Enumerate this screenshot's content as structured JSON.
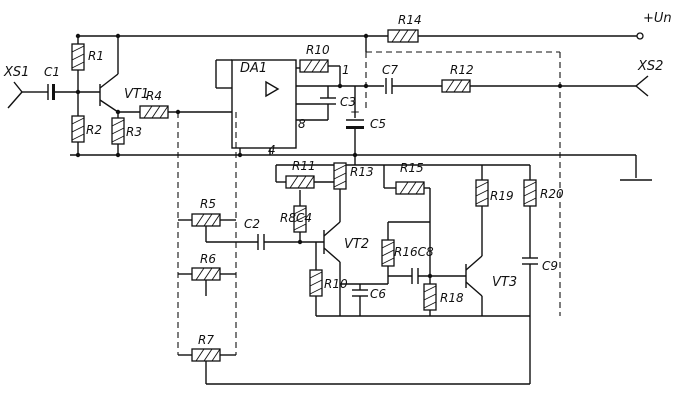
{
  "labels": {
    "xs1": "XS1",
    "c1": "C1",
    "r1": "R1",
    "r2": "R2",
    "r3": "R3",
    "vt1": "VT1",
    "r4": "R4",
    "da1": "DA1",
    "r10": "R10",
    "c3": "C3",
    "c5": "C5",
    "c7": "C7",
    "r12": "R12",
    "r14top": "R14",
    "un": "+Un",
    "xs2": "XS2",
    "r5": "R5",
    "r6": "R6",
    "r7": "R7",
    "c2": "C2",
    "r8c4": "R8C4",
    "r11": "R11",
    "r13": "R13",
    "vt2": "VT2",
    "r10b": "R10",
    "c6": "C6",
    "r15": "R15",
    "r16c8": "R16C8",
    "r18": "R18",
    "vt3": "VT3",
    "r19": "R19",
    "r20": "R20",
    "c9": "C9",
    "pin1": "1",
    "pin8": "8",
    "pin4": "4"
  }
}
